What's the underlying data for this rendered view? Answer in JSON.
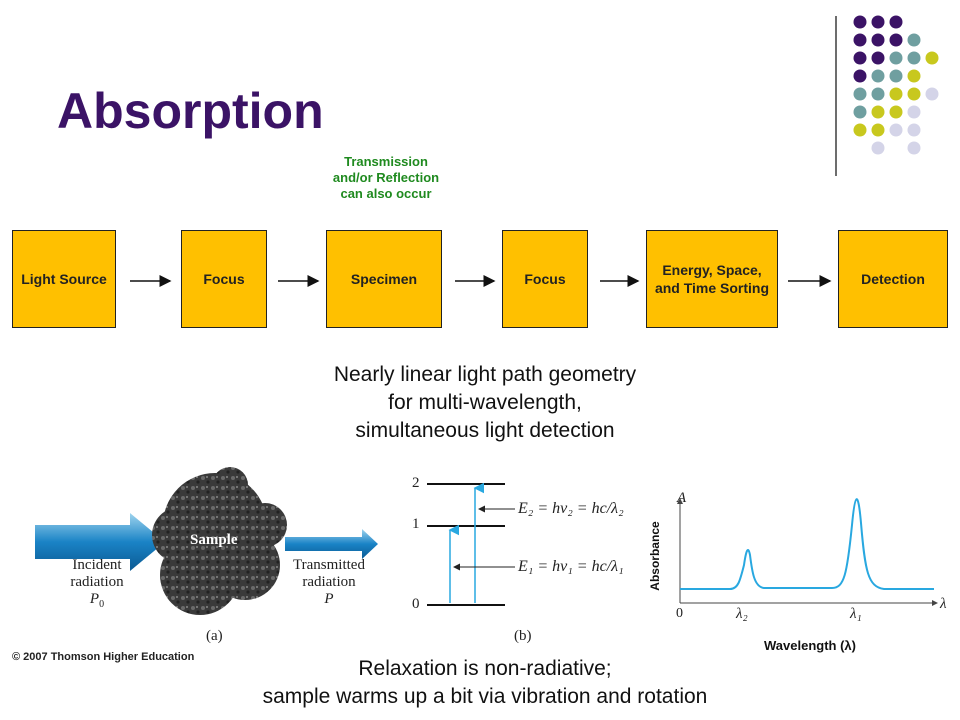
{
  "title": "Absorption",
  "note": "Transmission and/or Reflection can also occur",
  "stages": [
    {
      "label": "Light Source"
    },
    {
      "label": "Focus"
    },
    {
      "label": "Specimen"
    },
    {
      "label": "Focus"
    },
    {
      "label": "Energy, Space, and Time Sorting"
    },
    {
      "label": "Detection"
    }
  ],
  "caption_geometry": [
    "Nearly linear light path geometry",
    "for multi-wavelength,",
    "simultaneous light detection"
  ],
  "caption_relaxation": [
    "Relaxation is non-radiative;",
    "sample warms up a bit via vibration and rotation"
  ],
  "copyright": "© 2007 Thomson Higher Education",
  "figure_a": {
    "sample": "Sample",
    "incident": [
      "Incident",
      "radiation"
    ],
    "incident_symbol": "P",
    "incident_sub": "0",
    "transmitted": [
      "Transmitted",
      "radiation"
    ],
    "transmitted_symbol": "P",
    "panel": "(a)"
  },
  "figure_b": {
    "levels": [
      "2",
      "1",
      "0"
    ],
    "eq_E2": "E₂ = hν₂ = hc/λ₂",
    "eq_E1": "E₁ = hν₁ = hc/λ₁",
    "panel": "(b)"
  },
  "spectrum": {
    "y_axis_symbol": "A",
    "x_axis_symbol": "λ",
    "origin": "0",
    "tick_lambda2": "λ₂",
    "tick_lambda1": "λ₁",
    "ylabel": "Absorbance",
    "xlabel": "Wavelength (λ)",
    "line_color": "#29a8e0"
  },
  "colors": {
    "title": "#3b1366",
    "stage_fill": "#ffc000",
    "note": "#1f8a1f",
    "dot_purple": "#3b1366",
    "dot_teal": "#6f9fa0",
    "dot_yellow": "#c8c81e",
    "dot_lavender": "#d4d4e8"
  }
}
